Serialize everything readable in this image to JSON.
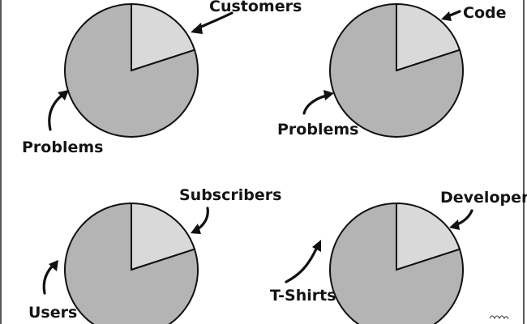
{
  "colors": {
    "large_slice": "#b4b4b4",
    "small_slice": "#d9d9d9",
    "outline": "#111111",
    "background": "#ffffff"
  },
  "chart_data": [
    {
      "type": "pie",
      "slices": [
        {
          "label": "Customers",
          "value": 20
        },
        {
          "label": "Problems",
          "value": 80
        }
      ]
    },
    {
      "type": "pie",
      "slices": [
        {
          "label": "Code",
          "value": 20
        },
        {
          "label": "Problems",
          "value": 80
        }
      ]
    },
    {
      "type": "pie",
      "slices": [
        {
          "label": "Subscribers",
          "value": 20
        },
        {
          "label": "Users",
          "value": 80
        }
      ]
    },
    {
      "type": "pie",
      "slices": [
        {
          "label": "Developers",
          "value": 20
        },
        {
          "label": "T-Shirts",
          "value": 80
        }
      ]
    }
  ]
}
